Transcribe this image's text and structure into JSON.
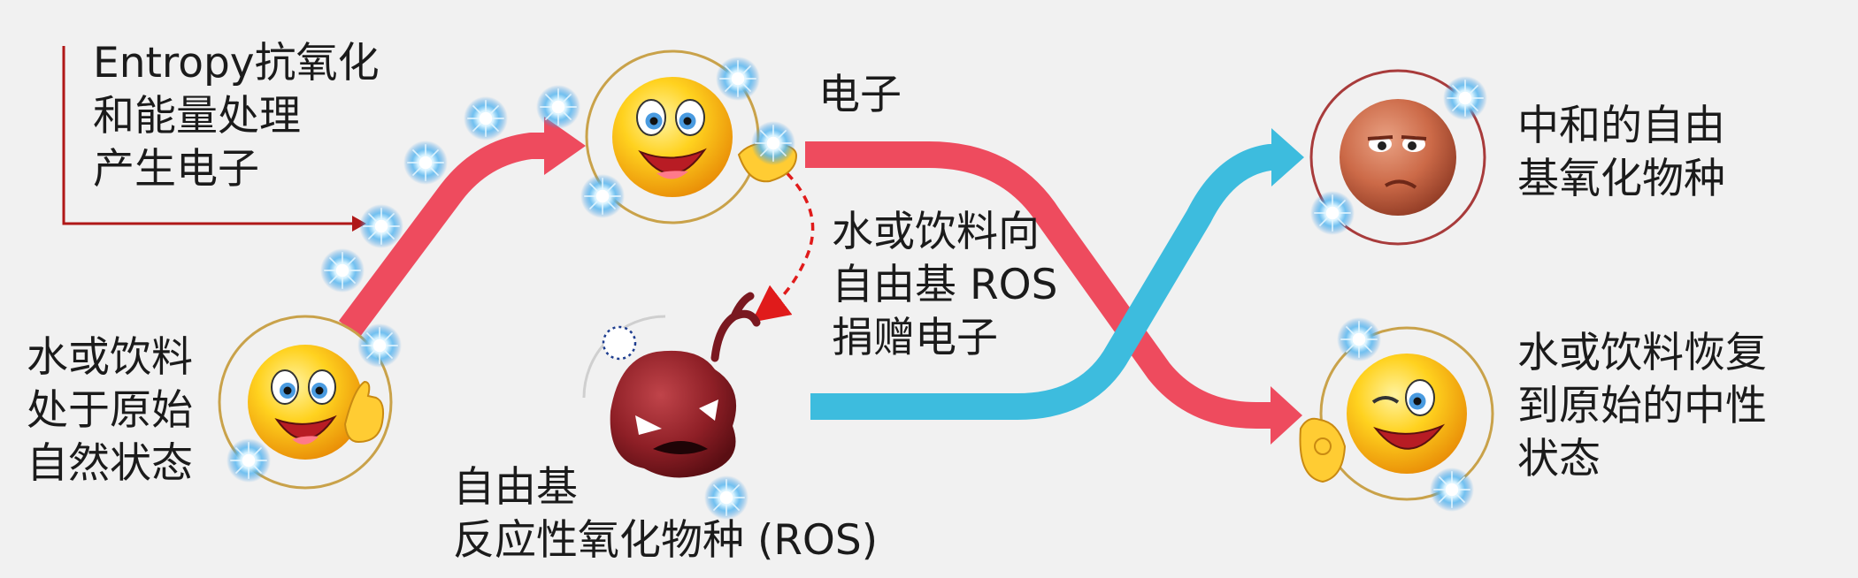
{
  "labels": {
    "source": [
      "Entropy抗氧化",
      "和能量处理",
      "产生电子"
    ],
    "water_start": [
      "水或饮料",
      "处于原始",
      "自然状态"
    ],
    "electron": "电子",
    "donate": [
      "水或饮料向",
      "自由基 ROS",
      "捐赠电子"
    ],
    "free_radical": [
      "自由基",
      "反应性氧化物种 (ROS)"
    ],
    "neutralized": [
      "中和的自由",
      "基氧化物种"
    ],
    "restored": [
      "水或饮料恢复",
      "到原始的中性",
      "状态"
    ]
  },
  "icons": {
    "happy_start": "happy-thumbs-up-face-icon",
    "happy_middle": "happy-face-icon",
    "free_radical": "angry-germ-icon",
    "neutralized": "unimpressed-face-icon",
    "restored": "winking-ok-face-icon",
    "electron": "electron-spark-icon"
  },
  "colors": {
    "red_arrow": "#ee4b5e",
    "blue_arrow": "#3dbcde",
    "source_line": "#b01818",
    "ring_gold": "#c9a24a",
    "ring_red": "#a83b3b",
    "dashed_arrow": "#e01b1b",
    "background": "#f1f1f1"
  }
}
